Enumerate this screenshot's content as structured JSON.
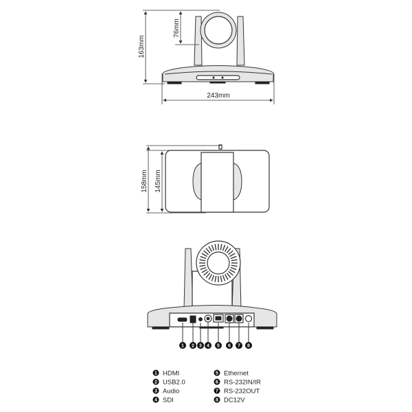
{
  "dimensions": {
    "height_total": "163mm",
    "lens_height": "76mm",
    "width": "243mm",
    "depth_total": "158mm",
    "depth_body": "145mm"
  },
  "ports": [
    {
      "num": "1",
      "label": "HDMI"
    },
    {
      "num": "2",
      "label": "USB2.0"
    },
    {
      "num": "3",
      "label": "Audio"
    },
    {
      "num": "4",
      "label": "SDI"
    },
    {
      "num": "5",
      "label": "Ethernet"
    },
    {
      "num": "6",
      "label": "RS-232IN/IR"
    },
    {
      "num": "7",
      "label": "RS-232OUT"
    },
    {
      "num": "8",
      "label": "DC12V"
    }
  ]
}
